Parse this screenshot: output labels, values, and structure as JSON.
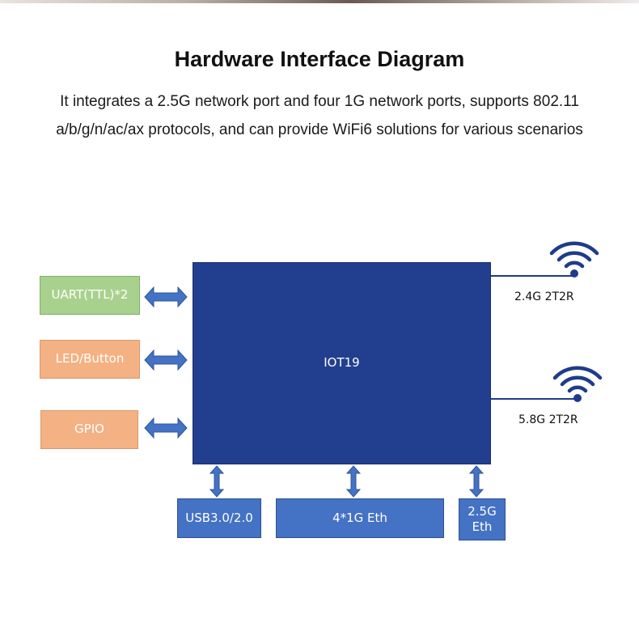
{
  "header": {
    "title": "Hardware Interface Diagram",
    "subtitle_line1": "It integrates a 2.5G network  port and four 1G network ports, supports 802.11",
    "subtitle_line2": "a/b/g/n/ac/ax protocols, and  can provide WiFi6 solutions for various scenarios"
  },
  "diagram": {
    "chip": {
      "label": "IOT19"
    },
    "left_interfaces": [
      {
        "label": "UART(TTL)*2"
      },
      {
        "label": "LED/Button"
      },
      {
        "label": "GPIO"
      }
    ],
    "bottom_interfaces": [
      {
        "label": "USB3.0/2.0"
      },
      {
        "label": "4*1G Eth"
      },
      {
        "label": "2.5G Eth"
      }
    ],
    "wifi": [
      {
        "label": "2.4G 2T2R"
      },
      {
        "label": "5.8G 2T2R"
      }
    ]
  },
  "colors": {
    "chip": "#223f8f",
    "arrow": "#4472c4",
    "green_box": "#a9d18e",
    "orange_box": "#f4b183",
    "blue_box": "#4472c4",
    "wifi_icon": "#1f3b8a"
  }
}
